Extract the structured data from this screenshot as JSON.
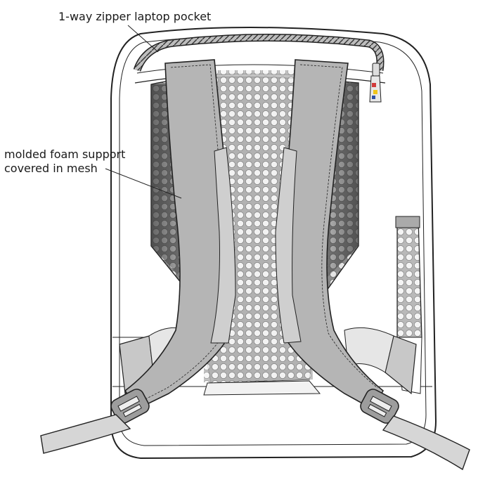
{
  "callouts": {
    "zipper": "1-way zipper laptop pocket",
    "foam_line1": "molded foam support",
    "foam_line2": "covered in mesh"
  },
  "colors": {
    "outline": "#222222",
    "strap_fill": "#b5b5b5",
    "strap_light": "#d6d6d6",
    "mesh_dark": "#6e6e6e",
    "mesh_light": "#e2e2e2",
    "body_fill": "#ffffff"
  }
}
